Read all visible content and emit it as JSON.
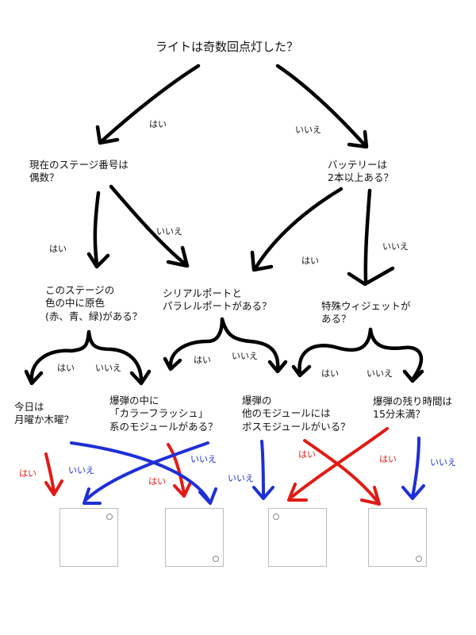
{
  "questions": {
    "root": "ライトは奇数回点灯した？",
    "stage_even": "現在のステージ番号は\n偶数？",
    "battery": "バッテリーは\n2本以上ある？",
    "primary_colors": "このステージの\n色の中に原色\n(赤、青、緑)がある？",
    "ports": "シリアルポートと\nパラレルポートがある？",
    "widget": "特殊ウィジェットが\nある？",
    "weekday": "今日は\n月曜か木曜？",
    "color_flash": "爆弾の中に\n「カラーフラッシュ」\n系のモジュールがある？",
    "boss_module": "爆弾の\n他のモジュールには\nボスモジュールがいる？",
    "time_left": "爆弾の残り時間は\n15分未満？"
  },
  "labels": {
    "yes": "はい",
    "no": "いいえ"
  },
  "colors": {
    "yes_arrow": "#e01b16",
    "no_arrow": "#1f2fd6",
    "tree_arrow": "#000000"
  },
  "modules": [
    {
      "indicator": "top-right"
    },
    {
      "indicator": "bottom-right"
    },
    {
      "indicator": "top-left"
    },
    {
      "indicator": "bottom-right"
    }
  ]
}
